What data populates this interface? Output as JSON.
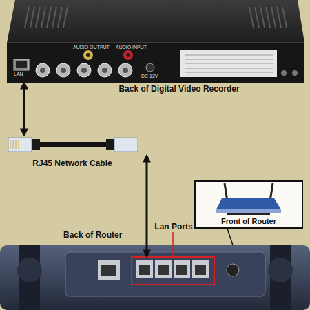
{
  "diagram": {
    "nodes": [
      {
        "text": [
          "Back of Digital Video Recorder"
        ]
      },
      {
        "text": [
          "RJ45 Network Cable"
        ]
      },
      {
        "text": [
          "Front of Router"
        ]
      },
      {
        "text": [
          "Back of Router"
        ]
      },
      {
        "text": [
          "Lan Ports"
        ],
        "in": 3
      }
    ],
    "edges": [
      {
        "from": 0,
        "to": 1,
        "arrow": "both"
      },
      {
        "from": 1,
        "to": 4,
        "arrow": "both"
      },
      {
        "from": 2,
        "to": 3,
        "arrow": "none"
      }
    ],
    "labels": [
      "LAN",
      "AUDIO OUTPUT",
      "AUDIO INPUT",
      "DC 12V"
    ]
  }
}
